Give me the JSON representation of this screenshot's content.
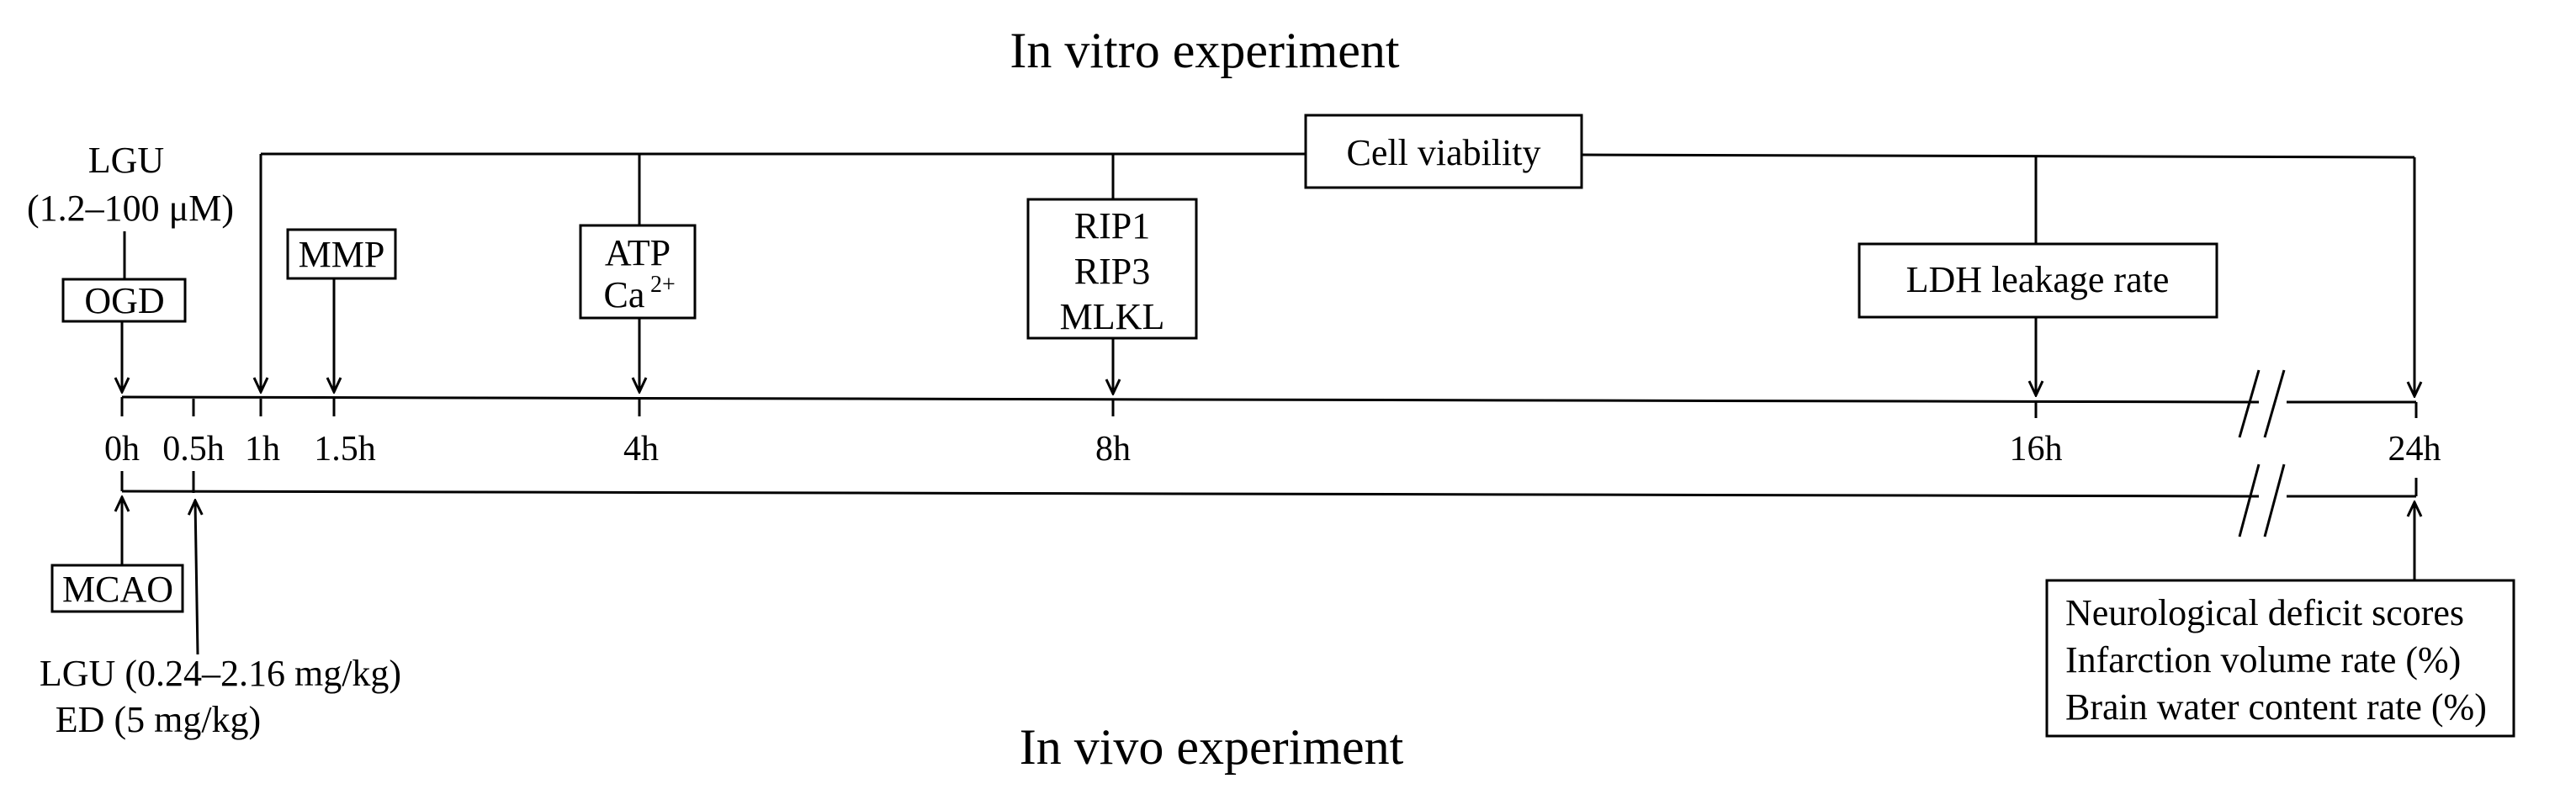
{
  "titles": {
    "in_vitro": "In vitro  experiment",
    "in_vivo": "In vivo  experiment"
  },
  "in_vitro": {
    "lgu_label": "LGU",
    "lgu_dose": "(1.2–100 μM)",
    "ogd": "OGD",
    "mmp": "MMP",
    "atp": "ATP",
    "ca": "Ca",
    "ca_sup": "2+",
    "rip1": "RIP1",
    "rip3": "RIP3",
    "mlkl": "MLKL",
    "cell_viability": "Cell viability",
    "ldh": "LDH leakage rate"
  },
  "ticks": [
    "0h",
    "0.5h",
    "1h",
    "1.5h",
    "4h",
    "8h",
    "16h",
    "24h"
  ],
  "in_vivo": {
    "mcao": "MCAO",
    "lgu_dose": "LGU (0.24–2.16 mg/kg)",
    "ed_dose": "ED (5 mg/kg)",
    "outcomes": [
      "Neurological deficit scores",
      "Infarction volume rate (%)",
      "Brain water content rate (%)"
    ]
  }
}
